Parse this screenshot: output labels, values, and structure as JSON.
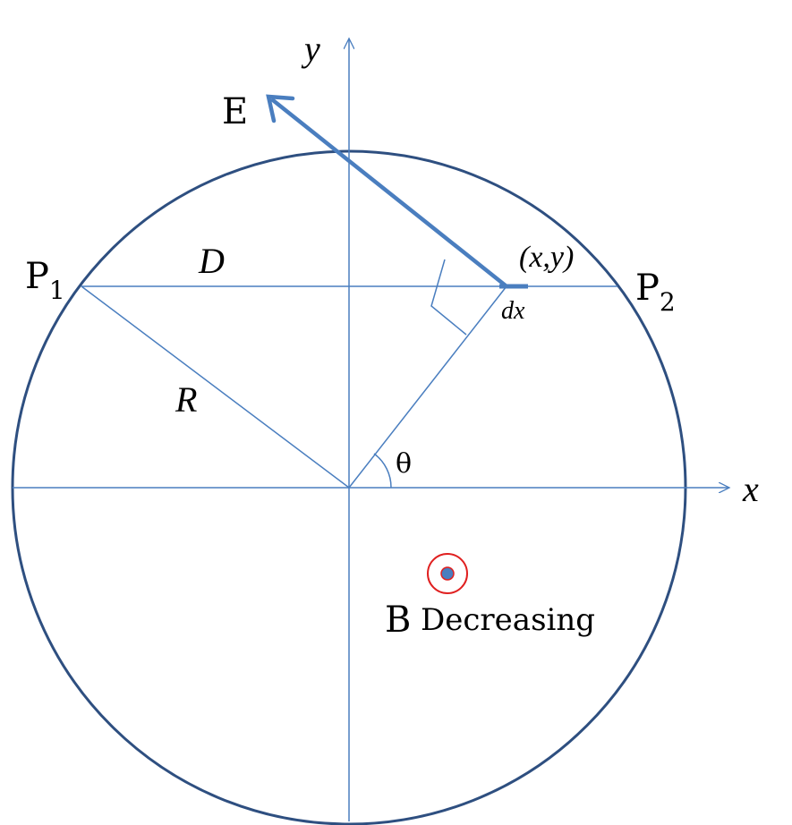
{
  "labels": {
    "y_axis": "y",
    "x_axis": "x",
    "field": "E",
    "p1_letter": "P",
    "p1_sub": "1",
    "p2_letter": "P",
    "p2_sub": "2",
    "chord": "D",
    "radius": "R",
    "angle": "θ",
    "point": "(x,y)",
    "element": "dx",
    "b_letter": "B",
    "b_status": "Decreasing"
  },
  "colors": {
    "circle": "#2e4f80",
    "line": "#4a7ebf",
    "arrow": "#4a7ebf",
    "b_ring": "#e02020",
    "b_dot": "#4a7ebf",
    "text": "#000000"
  }
}
